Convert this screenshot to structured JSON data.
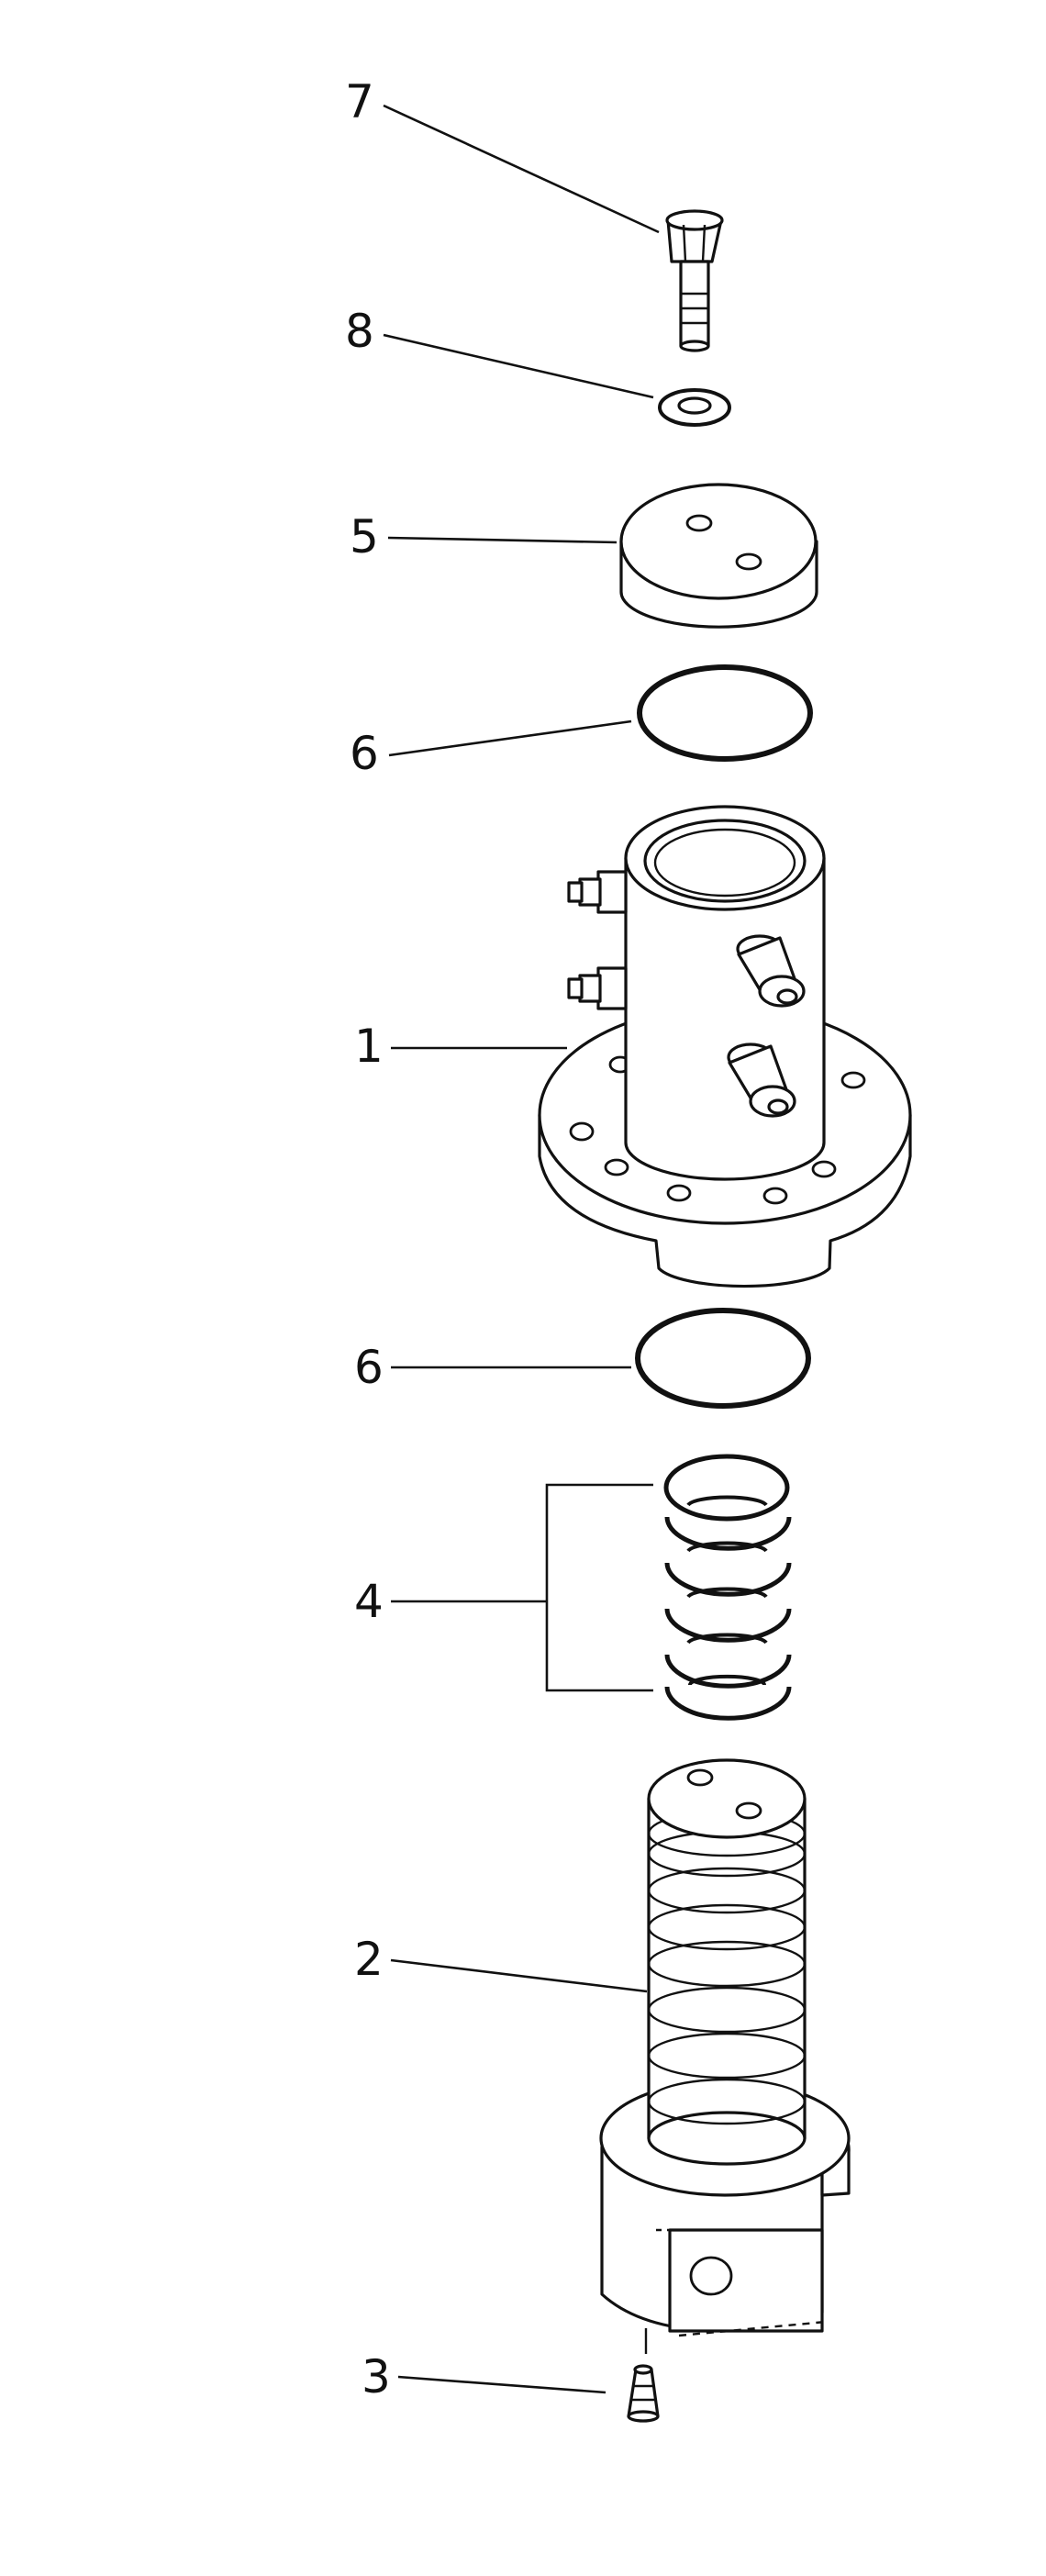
{
  "diagram": {
    "callouts": [
      {
        "id": "7",
        "label": "7"
      },
      {
        "id": "8",
        "label": "8"
      },
      {
        "id": "5",
        "label": "5"
      },
      {
        "id": "6a",
        "label": "6"
      },
      {
        "id": "1",
        "label": "1"
      },
      {
        "id": "6b",
        "label": "6"
      },
      {
        "id": "4",
        "label": "4"
      },
      {
        "id": "2",
        "label": "2"
      },
      {
        "id": "3",
        "label": "3"
      }
    ],
    "line_color": "#111111",
    "background": "#ffffff"
  }
}
